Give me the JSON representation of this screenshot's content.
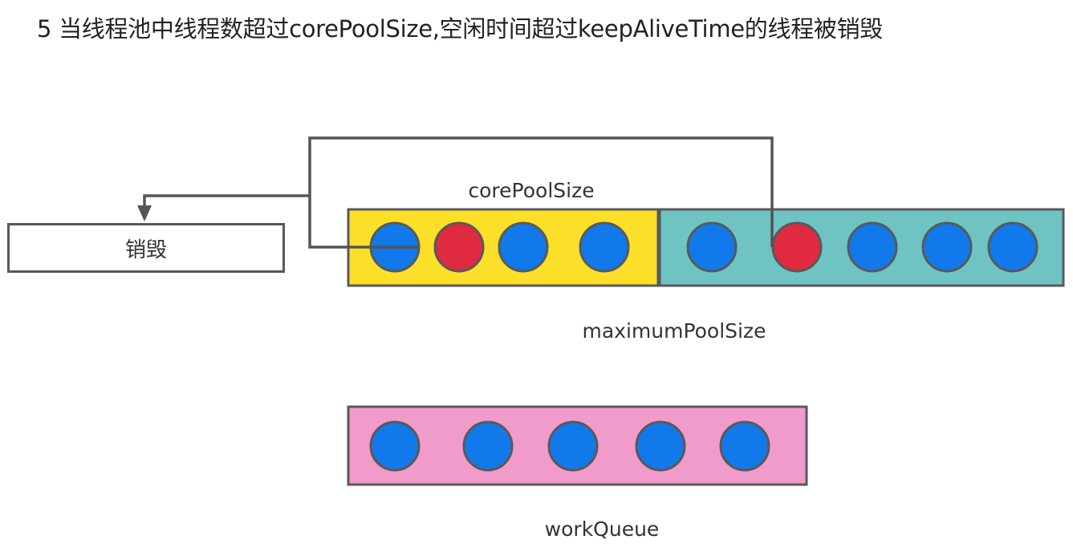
{
  "title": "5 当线程池中线程数超过corePoolSize,空闲时间超过keepAliveTime的线程被销毁",
  "labels": {
    "core": "corePoolSize",
    "max": "maximumPoolSize",
    "work": "workQueue",
    "destroy": "销毁"
  },
  "colors": {
    "core_fill": "#FCDF29",
    "max_fill": "#6FC3C3",
    "queue_fill": "#F19BCB",
    "thread_blue": "#1279EA",
    "thread_red": "#E02A40",
    "border": "#595959",
    "arrow": "#555555"
  },
  "pools": {
    "core": [
      "blue",
      "red",
      "blue",
      "blue"
    ],
    "max": [
      "blue",
      "red",
      "blue",
      "blue",
      "blue"
    ],
    "work": [
      "blue",
      "blue",
      "blue",
      "blue",
      "blue"
    ]
  }
}
